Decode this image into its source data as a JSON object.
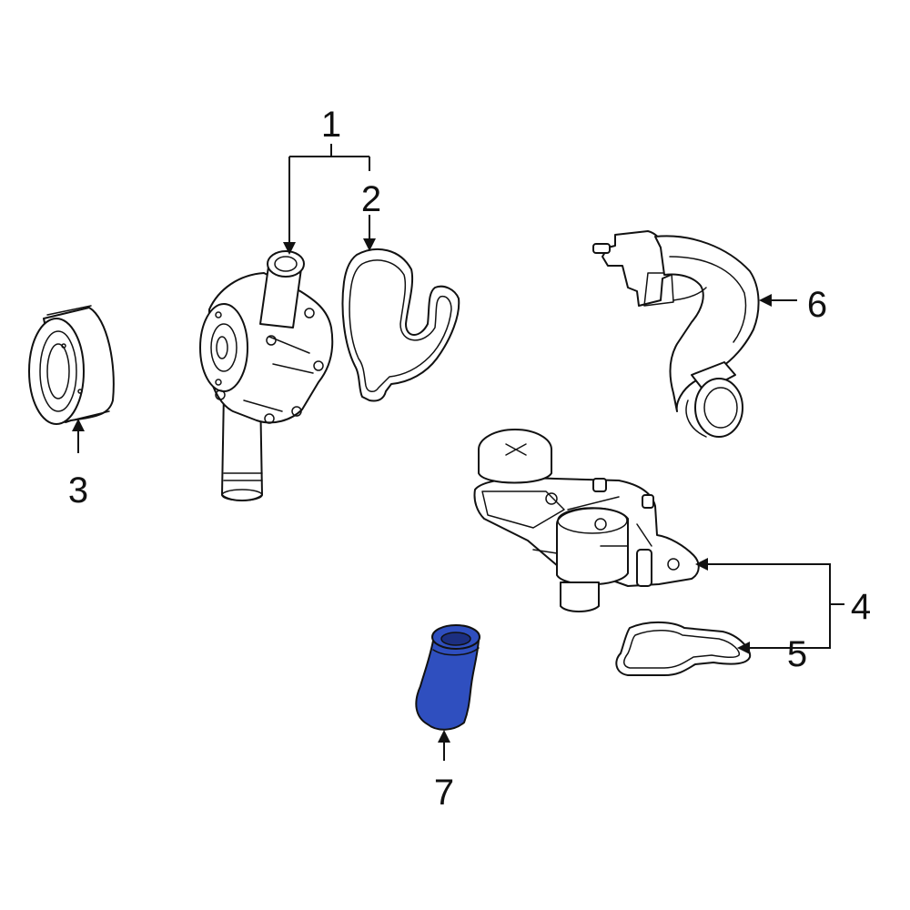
{
  "callouts": {
    "c1": "1",
    "c2": "2",
    "c3": "3",
    "c4": "4",
    "c5": "5",
    "c6": "6",
    "c7": "7"
  },
  "highlight_color": "#2f4fbf",
  "icons": {
    "part1": "water-pump-icon",
    "part2": "pump-gasket-icon",
    "part3": "pulley-icon",
    "part4": "thermostat-housing-icon",
    "part5": "housing-gasket-icon",
    "part6": "coolant-pipe-icon",
    "part7": "coolant-hose-icon"
  }
}
